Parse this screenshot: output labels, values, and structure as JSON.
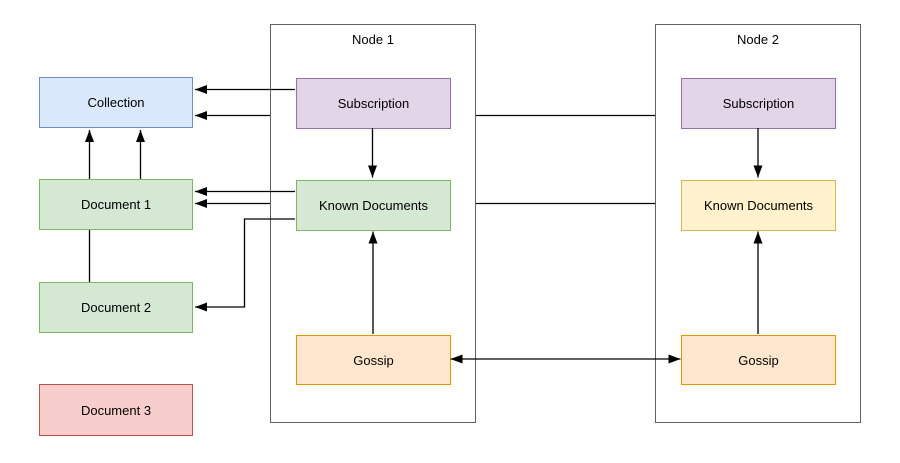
{
  "diagram": {
    "background": "#ffffff",
    "left_column": {
      "collection": {
        "label": "Collection",
        "fill": "#dae8fc",
        "stroke": "#6c8ebf"
      },
      "document1": {
        "label": "Document 1",
        "fill": "#d5e8d4",
        "stroke": "#82b366"
      },
      "document2": {
        "label": "Document 2",
        "fill": "#d5e8d4",
        "stroke": "#82b366"
      },
      "document3": {
        "label": "Document 3",
        "fill": "#f8cecc",
        "stroke": "#b85450"
      }
    },
    "node1": {
      "title": "Node 1",
      "border": "#616161",
      "subscription": {
        "label": "Subscription",
        "fill": "#e1d5e7",
        "stroke": "#9673a6"
      },
      "known_documents": {
        "label": "Known Documents",
        "fill": "#d5e8d4",
        "stroke": "#82b366"
      },
      "gossip": {
        "label": "Gossip",
        "fill": "#ffe6cc",
        "stroke": "#d79b00"
      }
    },
    "node2": {
      "title": "Node 2",
      "border": "#616161",
      "subscription": {
        "label": "Subscription",
        "fill": "#e1d5e7",
        "stroke": "#9673a6"
      },
      "known_documents": {
        "label": "Known Documents",
        "fill": "#fff2cc",
        "stroke": "#d6b656"
      },
      "gossip": {
        "label": "Gossip",
        "fill": "#ffe6cc",
        "stroke": "#d79b00"
      }
    },
    "edges": [
      {
        "from": "node1.subscription",
        "to": "collection",
        "arrow": "to"
      },
      {
        "from": "node2.subscription",
        "to": "collection",
        "arrow": "to",
        "note": "routed behind node1 container"
      },
      {
        "from": "node1.subscription",
        "to": "node1.known_documents",
        "arrow": "to"
      },
      {
        "from": "node2.subscription",
        "to": "node2.known_documents",
        "arrow": "to"
      },
      {
        "from": "node1.known_documents",
        "to": "document1",
        "arrow": "to"
      },
      {
        "from": "node2.known_documents",
        "to": "document1",
        "arrow": "to",
        "note": "routed behind node1 container"
      },
      {
        "from": "node1.known_documents",
        "to": "document2",
        "arrow": "to",
        "note": "L-shaped route"
      },
      {
        "from": "node1.gossip",
        "to": "node1.known_documents",
        "arrow": "to"
      },
      {
        "from": "node2.gossip",
        "to": "node2.known_documents",
        "arrow": "to"
      },
      {
        "from": "node1.gossip",
        "to": "node2.gossip",
        "arrow": "both"
      },
      {
        "from": "document1",
        "to": "collection",
        "arrow": "to"
      },
      {
        "from": "document2",
        "to": "collection",
        "arrow": "to",
        "note": "routed behind document1"
      }
    ],
    "edge_color": "#000000",
    "text_color": "#000000"
  }
}
